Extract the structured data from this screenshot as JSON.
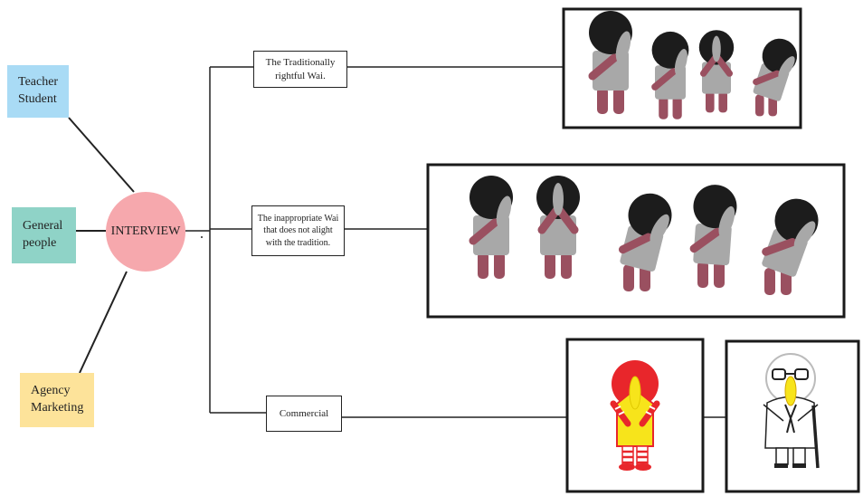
{
  "colors": {
    "teacher_student": "#a9dbf5",
    "general_people": "#8fd3c7",
    "agency_marketing": "#fde39a",
    "hub": "#f6a8ad",
    "figure_head": "#1c1c1c",
    "figure_body": "#a8a8a8",
    "figure_limb": "#9a5060",
    "commercial_red": "#e8262b",
    "commercial_yellow": "#f7e41b"
  },
  "sources": [
    {
      "id": "teacher-student",
      "lines": [
        "Teacher",
        "Student"
      ]
    },
    {
      "id": "general-people",
      "lines": [
        "General",
        "people"
      ]
    },
    {
      "id": "agency-marketing",
      "lines": [
        "Agency",
        "Marketing"
      ]
    }
  ],
  "hub": {
    "label": "INTERVIEW"
  },
  "categories": [
    {
      "id": "traditional",
      "lines": [
        "The Traditionally",
        "rightful Wai."
      ]
    },
    {
      "id": "inappropriate",
      "lines": [
        "The inappropriate Wai",
        "that does not alight",
        "with the tradition."
      ]
    },
    {
      "id": "commercial",
      "lines": [
        "Commercial"
      ]
    }
  ],
  "illustrations": {
    "traditional": [
      "standing-wai-figure-icon",
      "bowing-wai-figure-icon",
      "hands-to-face-wai-figure-icon",
      "deep-bow-wai-figure-icon"
    ],
    "inappropriate": [
      "wai-figure-icon",
      "hands-over-face-figure-icon",
      "leaning-wai-figure-icon",
      "bowing-figure-icon",
      "deep-bow-figure-icon"
    ],
    "commercial": [
      "ronald-mcdonald-wai-icon",
      "colonel-sanders-wai-icon"
    ]
  }
}
